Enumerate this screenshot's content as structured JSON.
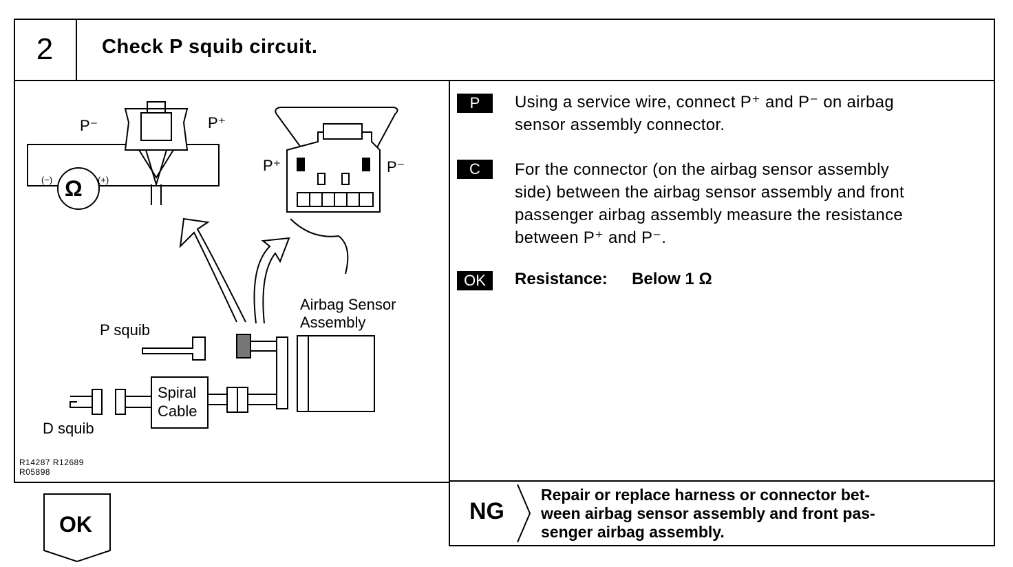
{
  "step": {
    "number": "2",
    "title": "Check P squib circuit."
  },
  "instructions": [
    {
      "tag": "P",
      "lines": [
        "Using a service wire, connect P⁺ and P⁻ on airbag",
        "sensor assembly connector."
      ]
    },
    {
      "tag": "C",
      "lines": [
        "For the connector (on the airbag sensor assembly",
        "side) between the airbag sensor assembly and front",
        "passenger airbag assembly measure the resistance",
        "between P⁺ and P⁻."
      ]
    }
  ],
  "ok_spec": {
    "tag": "OK",
    "label": "Resistance:",
    "value": "Below 1 Ω"
  },
  "diagram": {
    "meter_minus_pin": "P⁻",
    "meter_plus_pin": "P⁺",
    "meter_neg": "(−)",
    "meter_pos": "(+)",
    "meter_symbol": "Ω",
    "connector_plus_pin": "P⁺",
    "connector_minus_pin": "P⁻",
    "sensor_label_1": "Airbag Sensor",
    "sensor_label_2": "Assembly",
    "p_squib": "P squib",
    "d_squib": "D squib",
    "spiral_1": "Spiral",
    "spiral_2": "Cable",
    "codes_1": "R14287 R12689",
    "codes_2": "R05898"
  },
  "ng": {
    "label": "NG",
    "lines": [
      "Repair or replace harness or connector bet-",
      "ween airbag sensor assembly and front pas-",
      "senger airbag assembly."
    ]
  },
  "ok_next": {
    "label": "OK"
  }
}
